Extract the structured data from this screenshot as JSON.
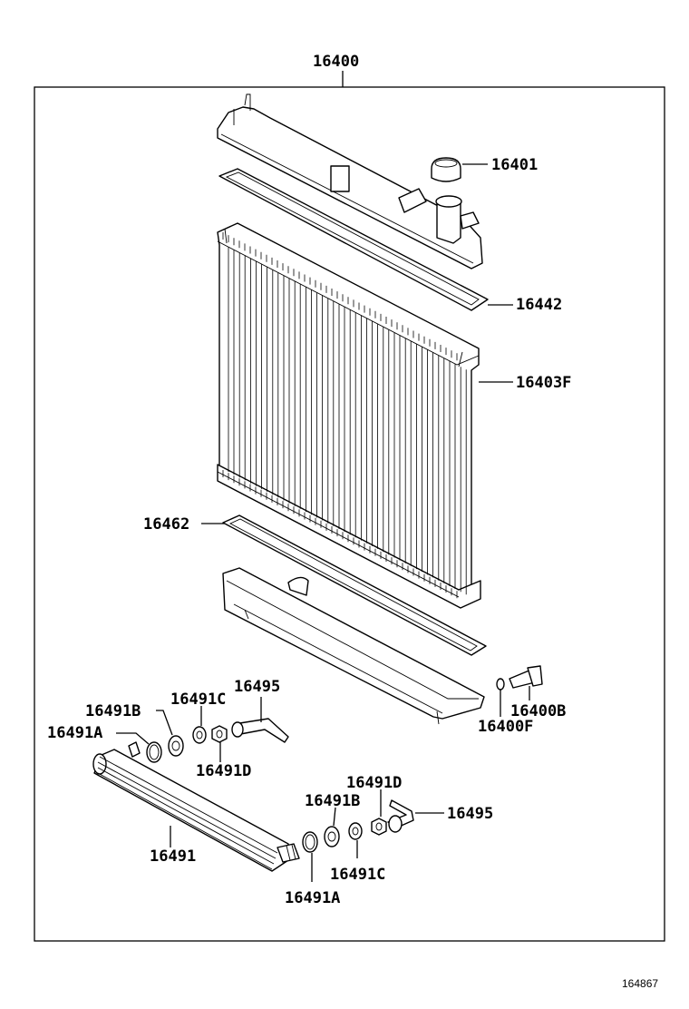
{
  "assembly_number": "16400",
  "reference_code": "164867",
  "parts": {
    "radiator_cap": "16401",
    "upper_tank_gasket": "16442",
    "radiator_core": "16403F",
    "lower_tank_gasket": "16462",
    "drain_cock_plug": "16400B",
    "drain_cock_gasket": "16400F",
    "hose_left": "16495",
    "washer_c_left": "16491C",
    "washer_b_left": "16491B",
    "o_ring_a_left": "16491A",
    "nut_d_left": "16491D",
    "oil_cooler": "16491",
    "nut_d_right": "16491D",
    "washer_b_right": "16491B",
    "hose_right": "16495",
    "washer_c_right": "16491C",
    "o_ring_a_right": "16491A"
  }
}
